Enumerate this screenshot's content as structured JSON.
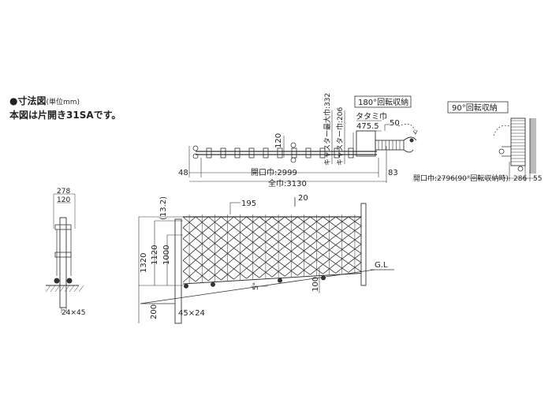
{
  "header": {
    "bullet": "●",
    "title": "寸法図",
    "unit": "(単位mm)",
    "subtitle": "本図は片開き31SAです。"
  },
  "top_view": {
    "dim_48": "48",
    "dim_120": "120",
    "dim_83": "83",
    "open_width": "開口巾:2999",
    "total_width": "全巾:3130"
  },
  "rotation_180": {
    "label": "180°回転収納",
    "tatami_label": "タタミ巾",
    "tatami_value": "475.5",
    "dim_50": "50",
    "caster_max": "キャスター最大巾:332",
    "caster_width": "キャスター巾:206"
  },
  "rotation_90": {
    "label": "90°回転収納",
    "open_width": "開口巾:2796(90°回転収納時)",
    "dim_286": "286",
    "dim_55": "55"
  },
  "side_view": {
    "dim_278": "278",
    "dim_120": "120",
    "bottom_dim": "24×45"
  },
  "front_view": {
    "dim_132": "(13.2)",
    "dim_195": "195",
    "dim_20": "20",
    "dim_1320": "1320",
    "dim_1120": "1120",
    "dim_1000": "1000",
    "dim_5": "5°",
    "dim_100": "100",
    "dim_200": "200",
    "post_dim": "45×24",
    "ground_label": "G.L"
  }
}
